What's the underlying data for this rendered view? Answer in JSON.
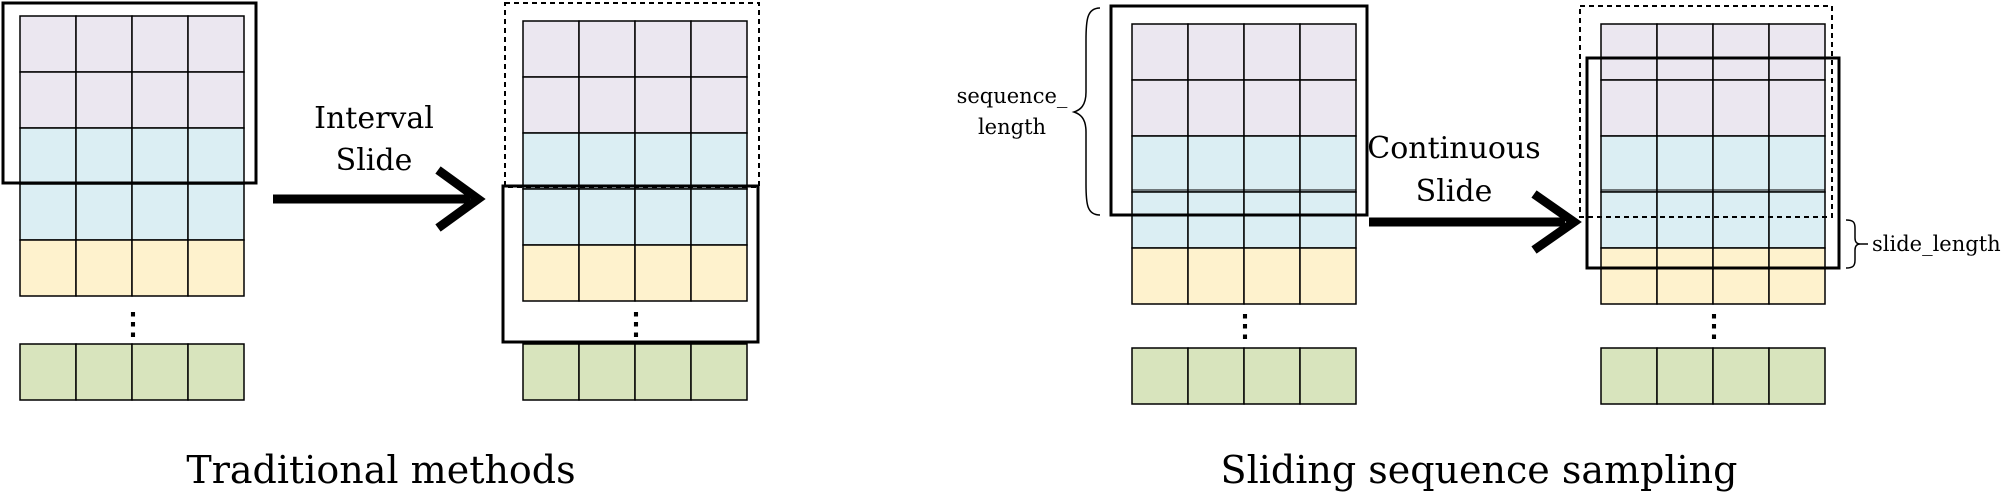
{
  "colors": {
    "purple_row": "#ebe7f0",
    "blue_row": "#dbeef3",
    "yellow_row": "#fef2cd",
    "green_row": "#d8e4bd",
    "grid_line": "#000000"
  },
  "panels": {
    "traditional": {
      "arrow_label_line1": "Interval",
      "arrow_label_line2": "Slide",
      "caption": "Traditional methods"
    },
    "sliding": {
      "arrow_label_line1": "Continuous",
      "arrow_label_line2": "Slide",
      "caption": "Sliding sequence sampling",
      "sequence_length_line1": "sequence_",
      "sequence_length_line2": "length",
      "slide_length_label": "slide_length"
    }
  },
  "ellipsis": "⋮"
}
